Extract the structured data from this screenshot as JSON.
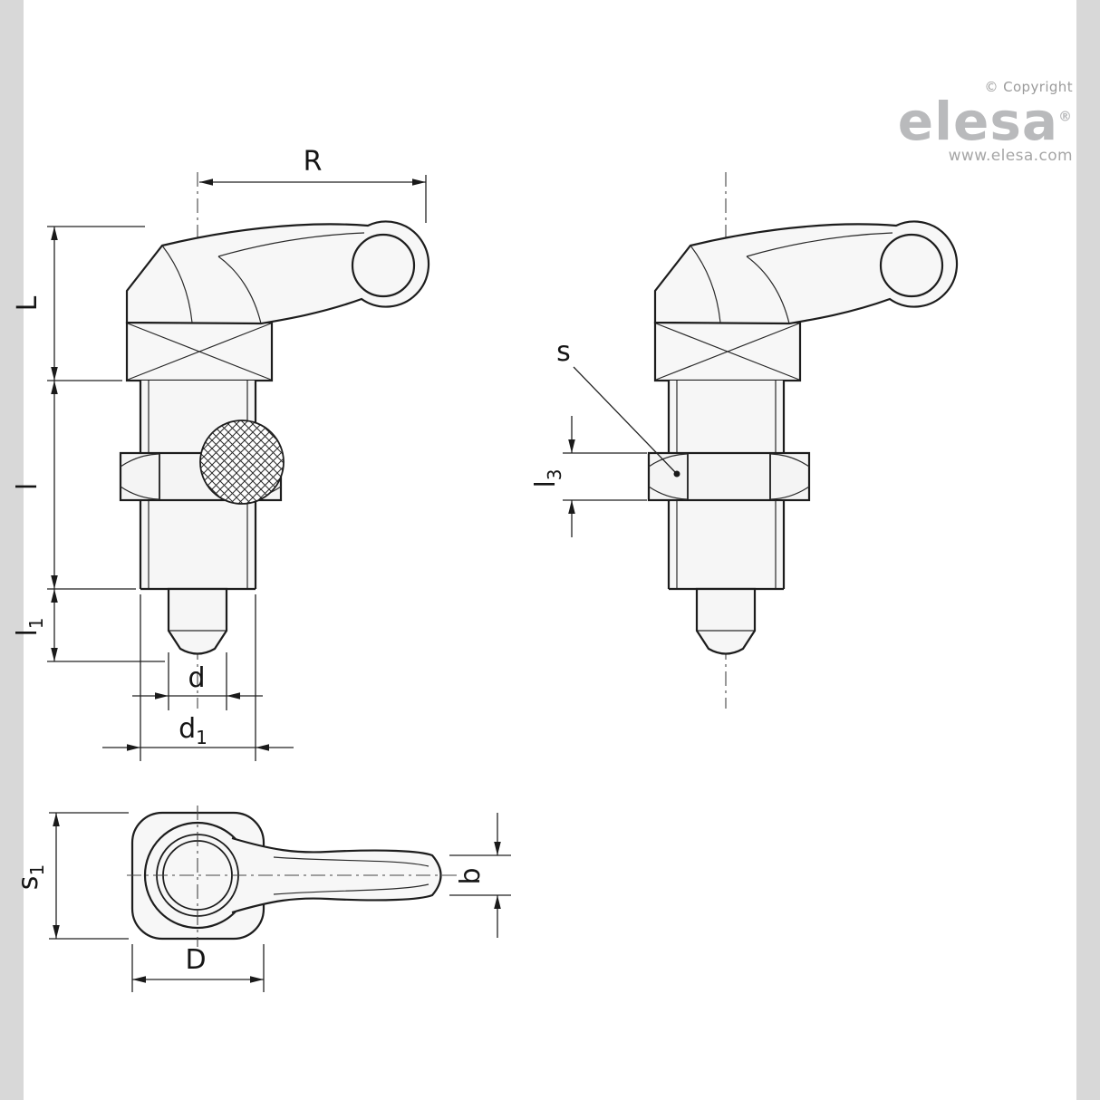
{
  "branding": {
    "copyright": "© Copyright",
    "logo": "elesa",
    "logo_reg": "®",
    "website": "www.elesa.com"
  },
  "labels": {
    "R": "R",
    "L": "L",
    "l": "l",
    "l1_main": "l",
    "l1_sub": "1",
    "d": "d",
    "d1_main": "d",
    "d1_sub": "1",
    "s": "s",
    "l3_main": "l",
    "l3_sub": "3",
    "s1_main": "s",
    "s1_sub": "1",
    "D": "D",
    "b": "b"
  },
  "colors": {
    "line": "#1d1d1d",
    "edge_bar": "#d8d8d8",
    "logo_gray": "#b9babc"
  }
}
